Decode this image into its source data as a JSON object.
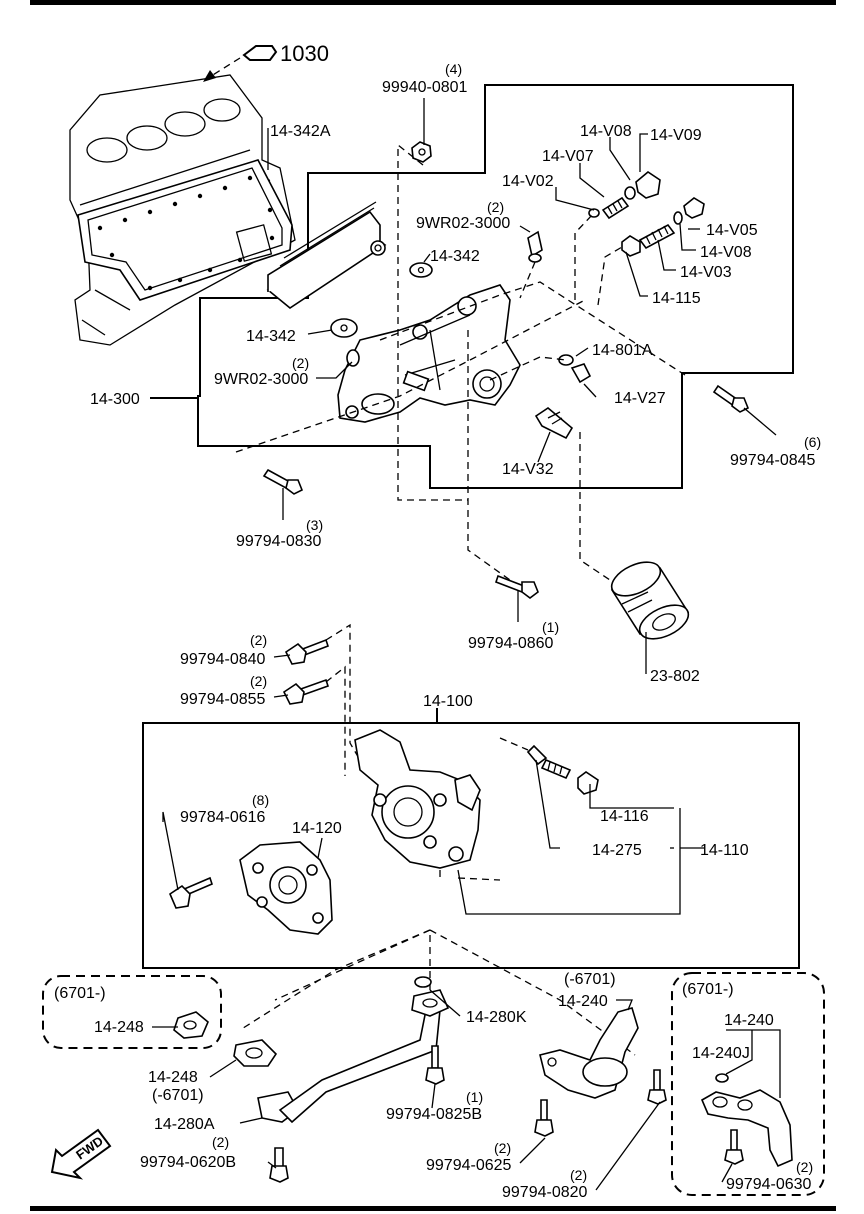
{
  "ref": {
    "arrow_target": "1030"
  },
  "labels": {
    "p14_342A": "14-342A",
    "q4": "(4)",
    "p99940_0801": "99940-0801",
    "p14_V08a": "14-V08",
    "p14_V09": "14-V09",
    "p14_V07": "14-V07",
    "p14_V02": "14-V02",
    "q2a": "(2)",
    "p9WR02_3000a": "9WR02-3000",
    "p14_342a": "14-342",
    "p14_V05": "14-V05",
    "p14_V08b": "14-V08",
    "p14_V03": "14-V03",
    "p14_115": "14-115",
    "p14_342b": "14-342",
    "q2b": "(2)",
    "p9WR02_3000b": "9WR02-3000",
    "p14_801A": "14-801A",
    "p14_300": "14-300",
    "p14_V27": "14-V27",
    "q6": "(6)",
    "p99794_0845": "99794-0845",
    "p14_V32": "14-V32",
    "q3": "(3)",
    "p99794_0830": "99794-0830",
    "q1a": "(1)",
    "p99794_0860": "99794-0860",
    "q2c": "(2)",
    "p99794_0840": "99794-0840",
    "q2d": "(2)",
    "p99794_0855": "99794-0855",
    "p23_802": "23-802",
    "p14_100": "14-100",
    "q8": "(8)",
    "p99784_0616": "99784-0616",
    "p14_120": "14-120",
    "p14_116": "14-116",
    "p14_275": "14-275",
    "p14_110": "14-110",
    "r6701a": "(6701-)",
    "p14_248a": "14-248",
    "p14_280K": "14-280K",
    "r6701b": "(-6701)",
    "p14_240a": "14-240",
    "r6701c": "(6701-)",
    "p14_240b": "14-240",
    "p14_240J": "14-240J",
    "p14_248b": "14-248",
    "r6701d": "(-6701)",
    "p14_280A": "14-280A",
    "q1b": "(1)",
    "p99794_0825B": "99794-0825B",
    "q2e": "(2)",
    "p99794_0620B": "99794-0620B",
    "q2f": "(2)",
    "p99794_0625": "99794-0625",
    "q2g": "(2)",
    "p99794_0820": "99794-0820",
    "q2h": "(2)",
    "p99794_0630": "99794-0630",
    "fwd": "FWD"
  }
}
